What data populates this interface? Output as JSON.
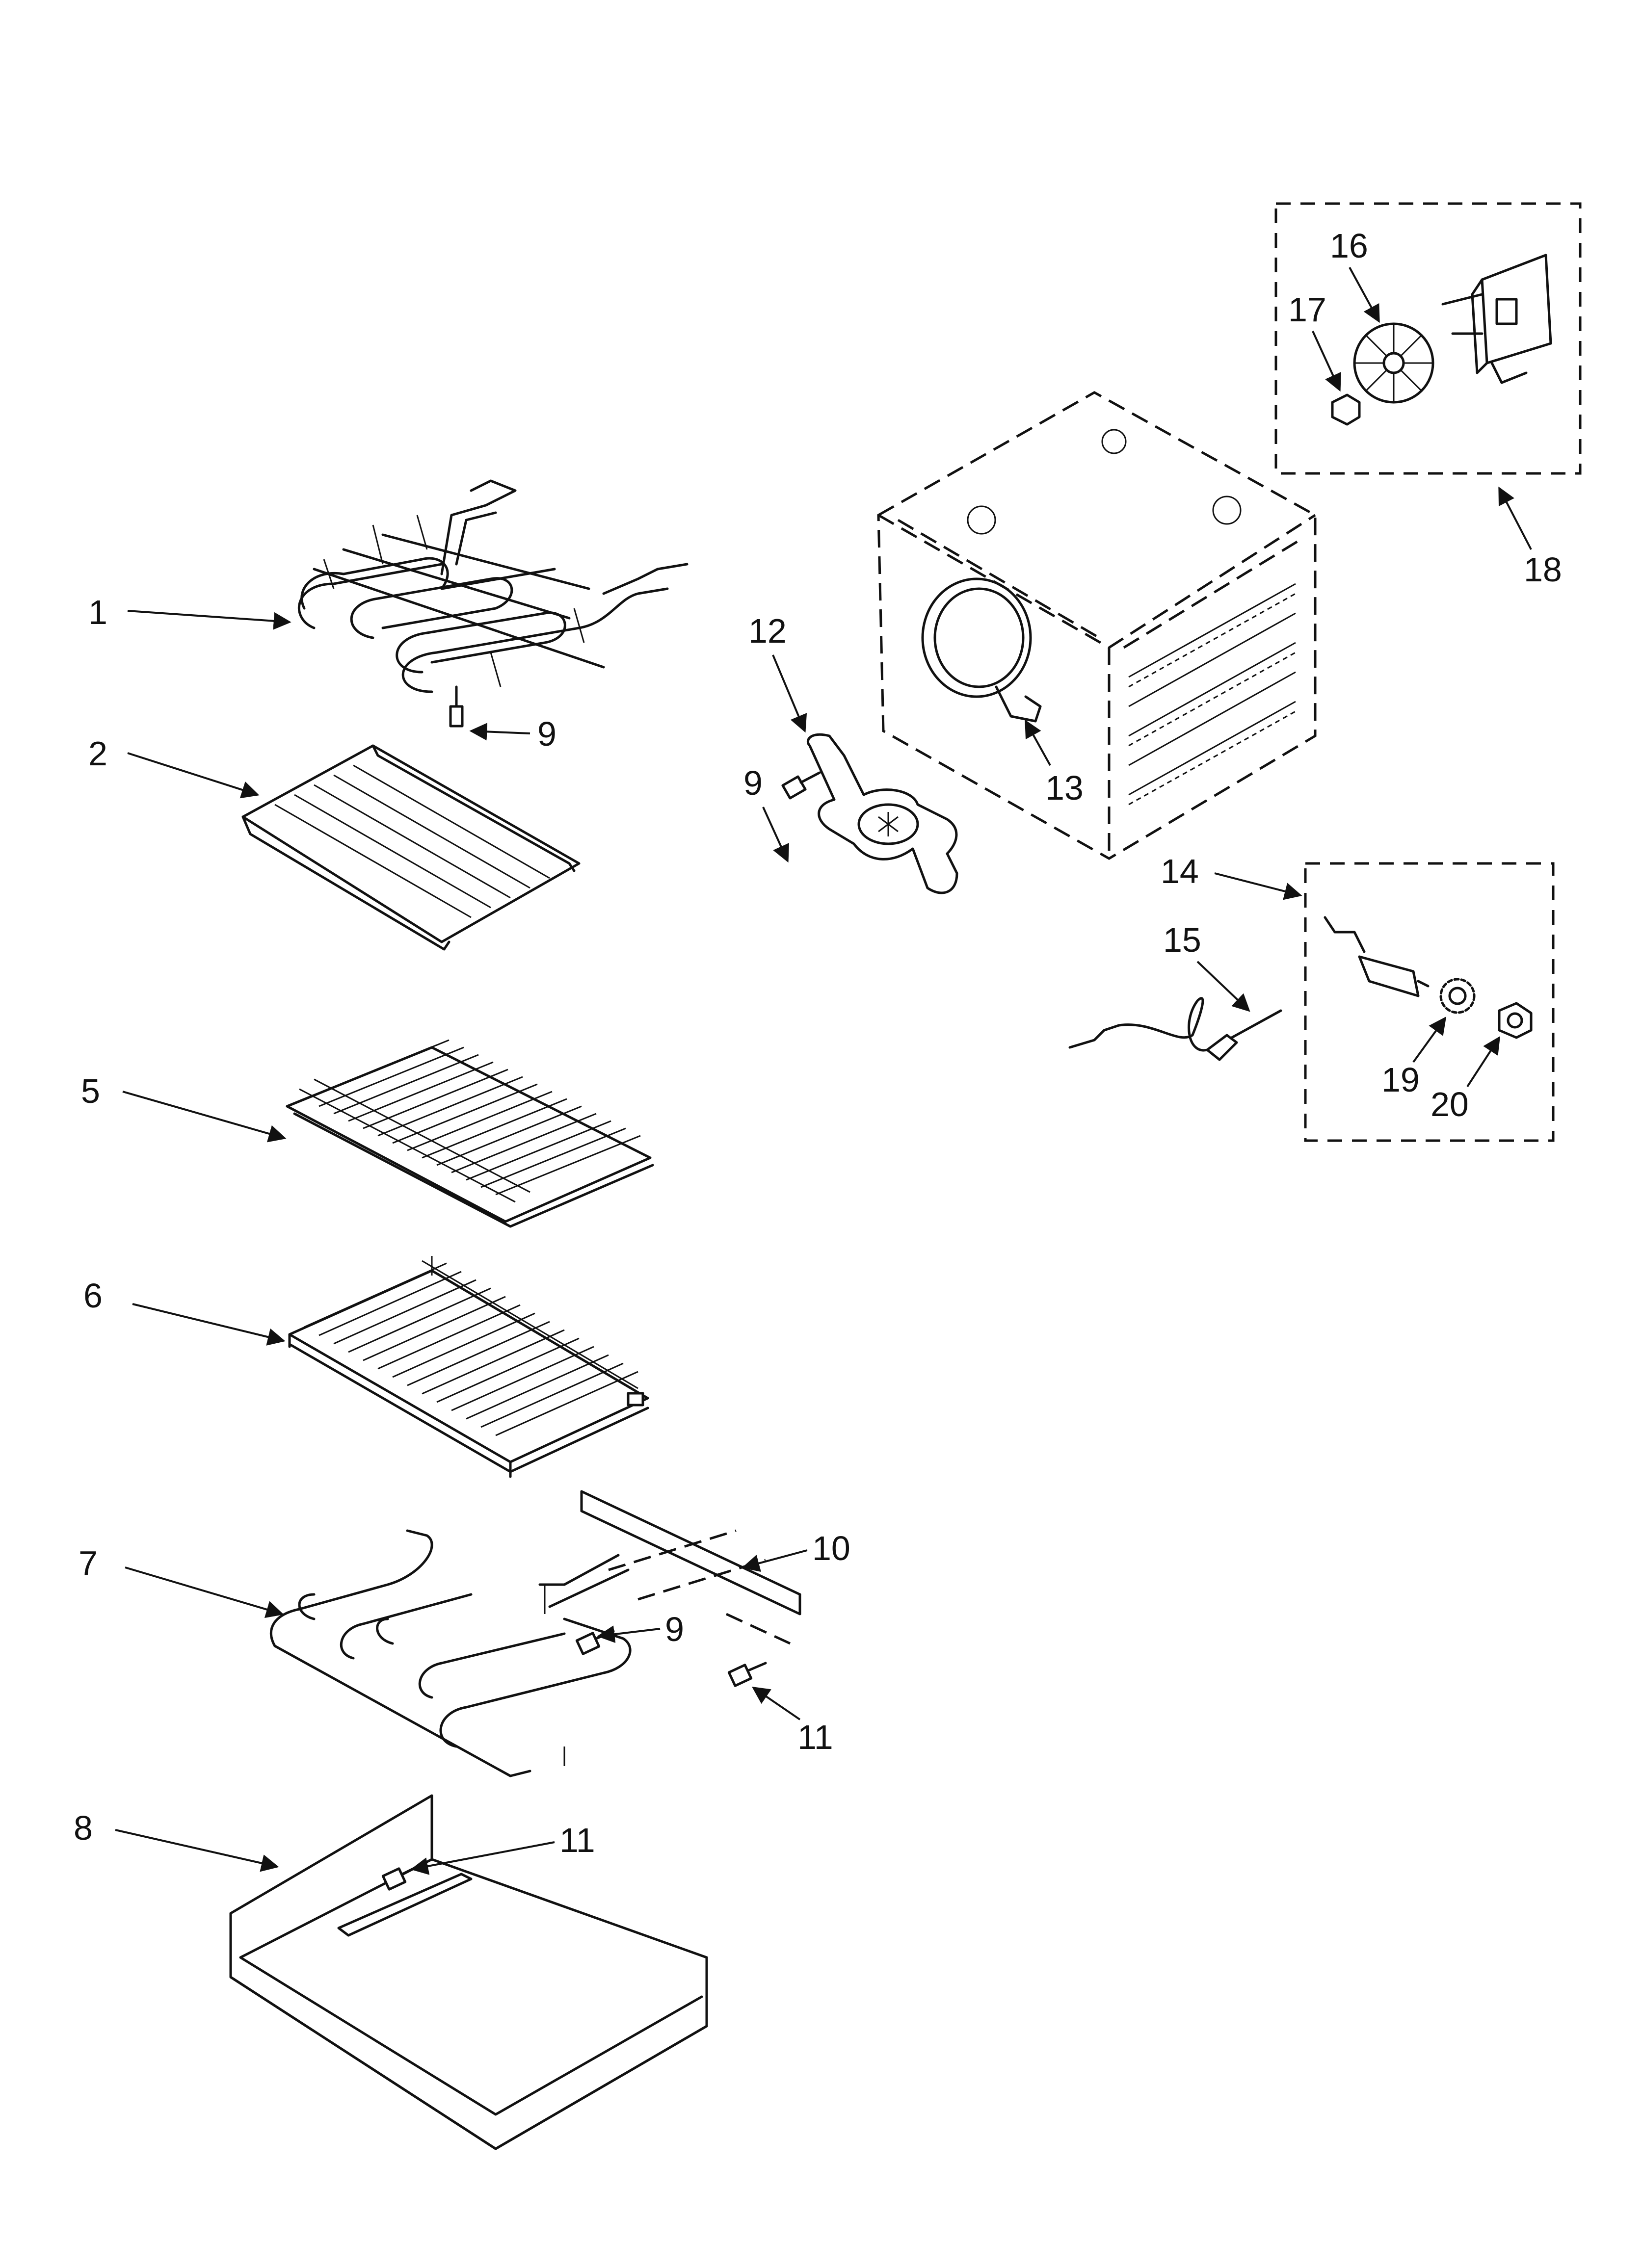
{
  "callouts": {
    "c1": "1",
    "c2": "2",
    "c5": "5",
    "c6": "6",
    "c7": "7",
    "c8": "8",
    "c9a": "9",
    "c9b": "9",
    "c9c": "9",
    "c10": "10",
    "c11a": "11",
    "c11b": "11",
    "c12": "12",
    "c13": "13",
    "c14": "14",
    "c15": "15",
    "c16": "16",
    "c17": "17",
    "c18": "18",
    "c19": "19",
    "c20": "20"
  }
}
